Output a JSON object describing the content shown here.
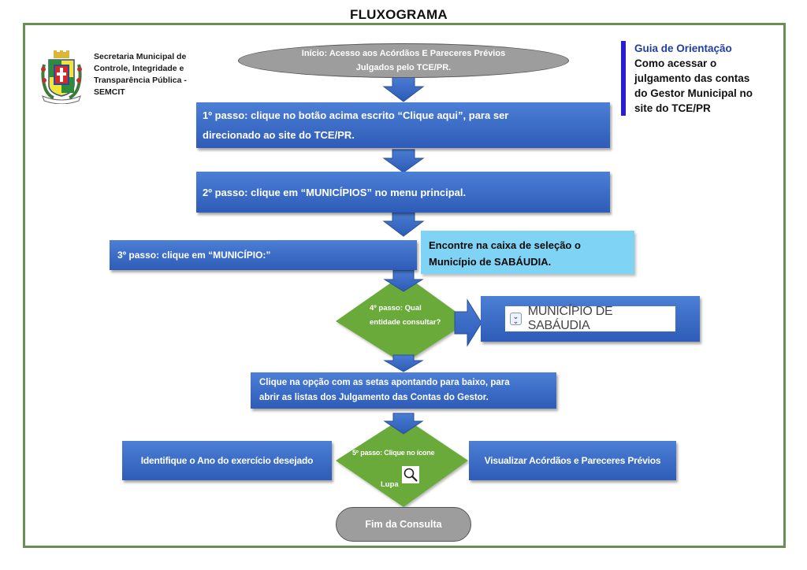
{
  "title": "FLUXOGRAMA",
  "organization": {
    "lines": [
      "Secretaria Municipal de",
      "Controle, Integridade e",
      "Transparência Pública -",
      "SEMCIT"
    ],
    "logo": "coat-of-arms-icon"
  },
  "guide": {
    "title": "Guia de Orientação",
    "lines": [
      "Como acessar o",
      "julgamento das contas",
      "do Gestor Municipal no",
      "site do TCE/PR"
    ],
    "accent_color": "#2a1fd0"
  },
  "colors": {
    "frame": "#6a8f55",
    "process_box": "#3a6cc9",
    "decision": "#6aaa3a",
    "terminator": "#9d9d9d",
    "note": "#7fd3f4"
  },
  "flow": {
    "start": [
      "Início: Acesso aos Acórdãos E Pareceres Prévios",
      "Julgados pelo TCE/PR."
    ],
    "step1": [
      "1º passo: clique no botão acima escrito “Clique aqui”, para ser",
      "direcionado ao site do TCE/PR."
    ],
    "step2": "2º passo: clique em “MUNICÍPIOS” no menu principal.",
    "step3": "3º passo: clique em “MUNICÍPIO:”",
    "step3_note": [
      "Encontre na caixa de seleção o",
      "Município de SABÁUDIA."
    ],
    "step4_decision": [
      "4º passo: Qual",
      "entidade consultar?"
    ],
    "step4_result": "MUNICÍPIO DE SABÁUDIA",
    "step4_result_icon": "double-chevron-down-icon",
    "open_lists": [
      "Clique na opção com as setas apontando para baixo, para",
      "abrir as listas dos Julgamento das Contas do Gestor."
    ],
    "step5_decision": [
      "5º passo: Clique no ícone",
      "Lupa"
    ],
    "step5_icon": "magnifier-icon",
    "step5_left": "Identifique o Ano do exercício desejado",
    "step5_right": "Visualizar Acórdãos e Pareceres Prévios",
    "end": "Fim da Consulta"
  }
}
